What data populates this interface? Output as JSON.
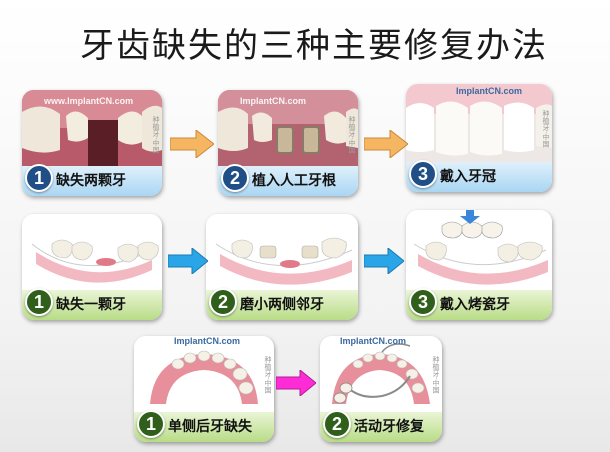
{
  "title": "牙齿缺失的三种主要修复办法",
  "watermark": "www.ImplantCN.com",
  "watermark_short": "ImplantCN.com",
  "watermark_vertical": "种植牙·中国",
  "rows": [
    {
      "arrow_color": "#f5b561",
      "cards": [
        {
          "step": "1",
          "label": "缺失两颗牙"
        },
        {
          "step": "2",
          "label": "植入人工牙根"
        },
        {
          "step": "3",
          "label": "戴入牙冠"
        }
      ]
    },
    {
      "arrow_color": "#2aa6e8",
      "cards": [
        {
          "step": "1",
          "label": "缺失一颗牙"
        },
        {
          "step": "2",
          "label": "磨小两侧邻牙"
        },
        {
          "step": "3",
          "label": "戴入烤瓷牙"
        }
      ]
    },
    {
      "arrow_color": "#ff2bd6",
      "cards": [
        {
          "step": "1",
          "label": "单侧后牙缺失"
        },
        {
          "step": "2",
          "label": "活动牙修复"
        }
      ]
    }
  ],
  "colors": {
    "caption_blue": "#a9d6f3",
    "caption_green": "#b8dc86",
    "gum": "#e88a93",
    "tooth": "#f6f1e6"
  }
}
